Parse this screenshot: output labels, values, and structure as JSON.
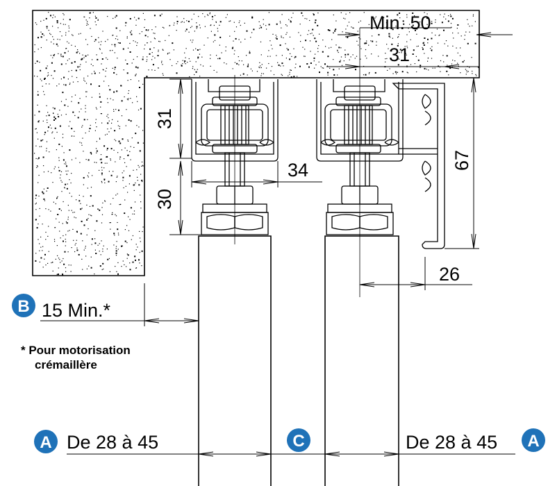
{
  "dimensions": {
    "min_50": "Min. 50",
    "d31_top": "31",
    "d31_side": "31",
    "d34": "34",
    "d30": "30",
    "d67": "67",
    "d26": "26",
    "b_text": "15 Min.*",
    "a_left_text": "De 28 à 45",
    "a_right_text": "De 28 à 45"
  },
  "badges": {
    "a_left": "A",
    "b": "B",
    "c": "C",
    "a_right": "A"
  },
  "note": {
    "line1": "* Pour motorisation",
    "line2": "crémaillère"
  },
  "colors": {
    "badge": "#1f72b8",
    "line": "#000000",
    "ceiling_fill": "#ffffff",
    "speckle": "#000000"
  }
}
